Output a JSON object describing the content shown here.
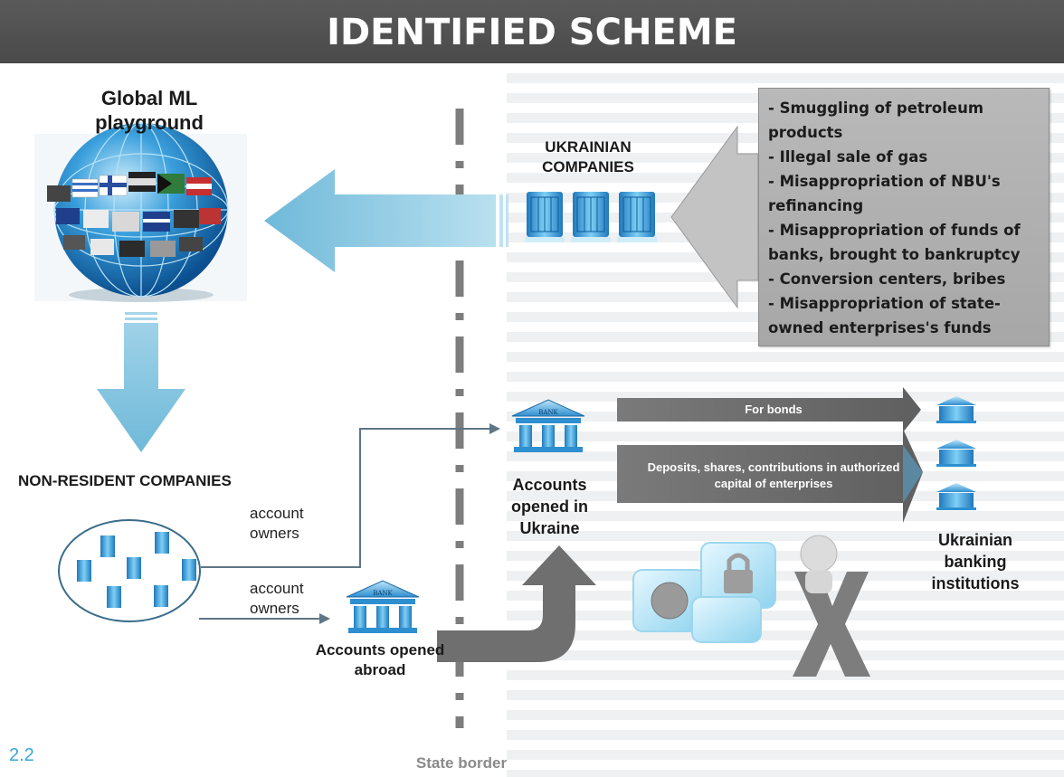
{
  "header": {
    "title": "IDENTIFIED SCHEME"
  },
  "globe": {
    "label": "Global ML playground"
  },
  "ukrainian_companies": {
    "label": "UKRAINIAN COMPANIES"
  },
  "schemes": [
    "- Smuggling of petroleum products",
    "- Illegal sale of gas",
    "- Misappropriation of NBU's refinancing",
    "- Misappropriation of funds of banks, brought to bankruptcy",
    "- Conversion centers, bribes",
    "- Misappropriation of state-owned enterprises's funds"
  ],
  "non_resident": {
    "label": "NON-RESIDENT COMPANIES",
    "owners_label_1": "account owners",
    "owners_label_2": "account owners"
  },
  "accounts_abroad": {
    "label": "Accounts opened abroad",
    "bank_sign": "BANK"
  },
  "accounts_ukraine": {
    "label": "Accounts opened in Ukraine",
    "bank_sign": "BANK"
  },
  "flows": {
    "bonds": "For bonds",
    "deposits": "Deposits, shares, contributions in authorized capital of enterprises"
  },
  "ukrainian_banks": {
    "label": "Ukrainian banking institutions"
  },
  "state_border": {
    "label": "State border"
  },
  "slide_number": "2.2",
  "colors": {
    "header": "#4f4f4f",
    "arrow_blue": "#7cc1dc",
    "arrow_grey": "#6b6b6b",
    "box_grey": "#b3b3b3",
    "building_blue": "#2e8fd0",
    "slide_number": "#3aa6d6"
  }
}
